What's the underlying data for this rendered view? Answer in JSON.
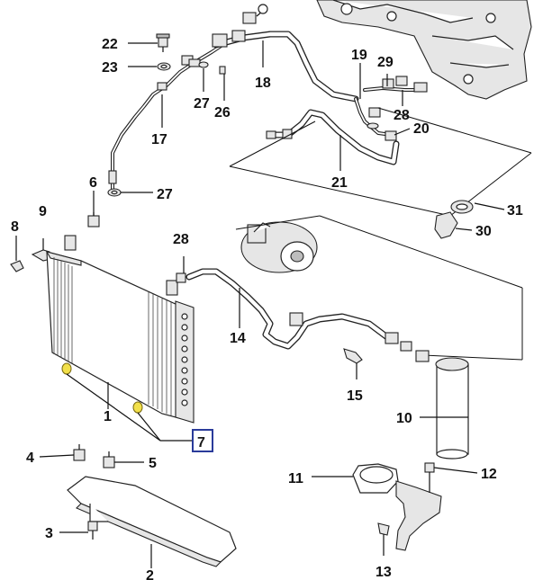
{
  "diagram": {
    "callouts": {
      "c1": "1",
      "c2": "2",
      "c3": "3",
      "c4": "4",
      "c5": "5",
      "c6": "6",
      "c7": "7",
      "c8": "8",
      "c9": "9",
      "c10": "10",
      "c11": "11",
      "c12": "12",
      "c13": "13",
      "c14": "14",
      "c15": "15",
      "c17": "17",
      "c18": "18",
      "c19": "19",
      "c20": "20",
      "c21": "21",
      "c22": "22",
      "c23": "23",
      "c26": "26",
      "c27a": "27",
      "c27b": "27",
      "c28a": "28",
      "c28b": "28",
      "c29": "29",
      "c30": "30",
      "c31": "31"
    },
    "highlight_color": "#2a3b9a",
    "nut_color": "#f2e04a"
  }
}
